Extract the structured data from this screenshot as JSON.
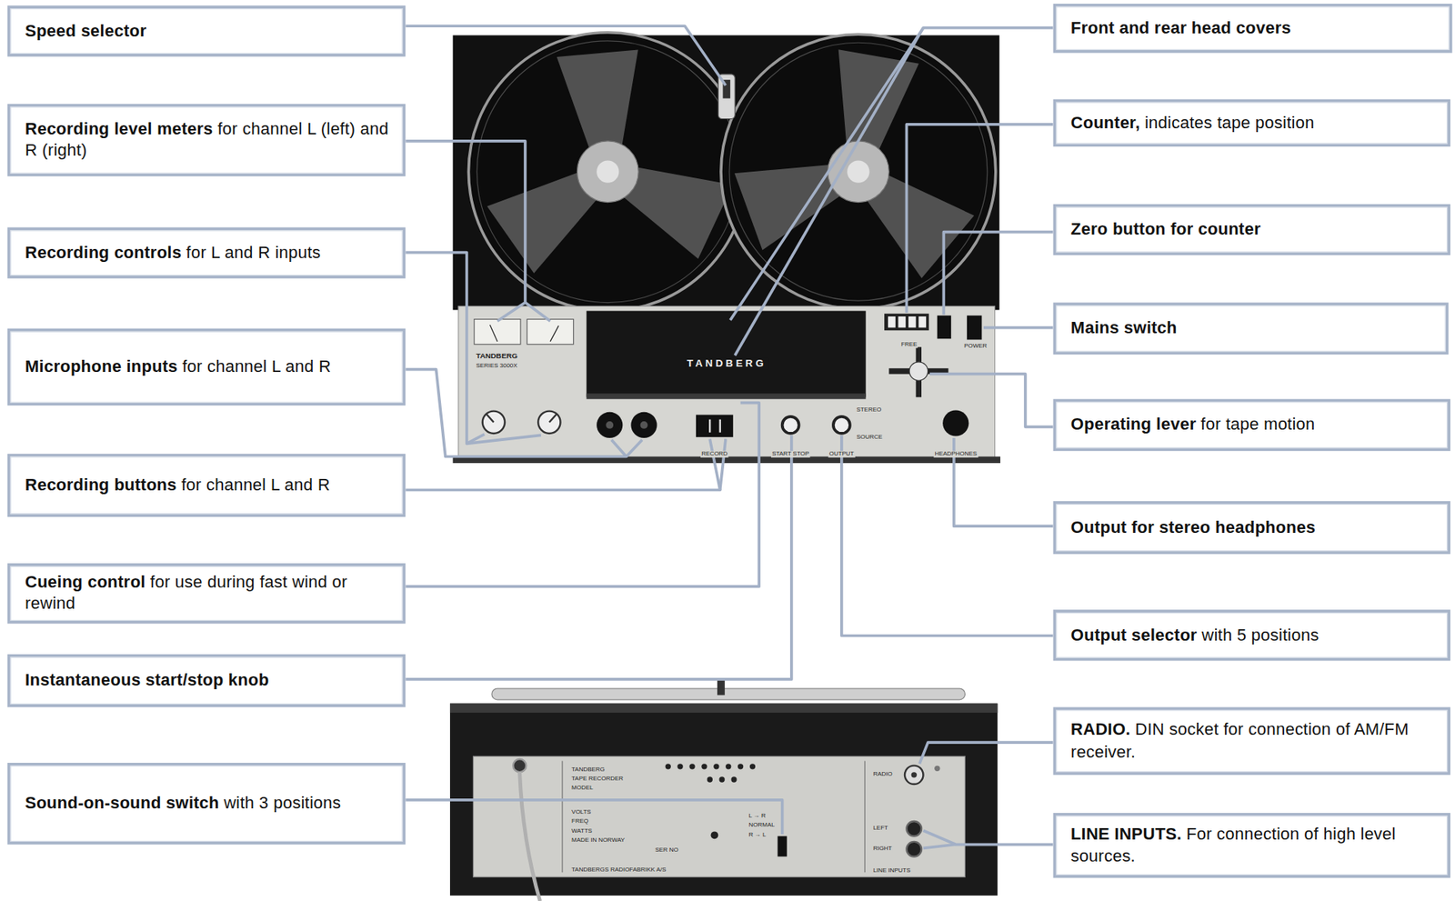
{
  "diagram": {
    "nodes": [
      {
        "text": [
          "Speed selector"
        ]
      },
      {
        "text": [
          "Recording level meters",
          "for channel L (left) and R (right)"
        ]
      },
      {
        "text": [
          "Recording controls",
          "for L and R inputs"
        ]
      },
      {
        "text": [
          "Microphone inputs",
          "for channel L and R"
        ]
      },
      {
        "text": [
          "Recording buttons",
          "for channel L and R"
        ]
      },
      {
        "text": [
          "Cueing control",
          "for use during fast wind or rewind"
        ]
      },
      {
        "text": [
          "Instantaneous start/stop knob"
        ]
      },
      {
        "text": [
          "Sound-on-sound switch",
          "with 3 positions"
        ]
      },
      {
        "text": [
          "Front and rear head covers"
        ]
      },
      {
        "text": [
          "Counter,",
          "indicates tape position"
        ]
      },
      {
        "text": [
          "Zero button for counter"
        ]
      },
      {
        "text": [
          "Mains switch"
        ]
      },
      {
        "text": [
          "Operating lever",
          "for tape motion"
        ]
      },
      {
        "text": [
          "Output for stereo headphones"
        ]
      },
      {
        "text": [
          "Output selector",
          "with 5 positions"
        ]
      },
      {
        "text": [
          "RADIO.",
          "DIN socket for connection of AM/FM receiver."
        ]
      },
      {
        "text": [
          "LINE INPUTS.",
          "For connection of high level sources."
        ]
      }
    ],
    "labels": [
      "TANDBERG",
      "TANDBERG",
      "SERIES 3000X",
      "FREE",
      "POWER",
      "RECORD",
      "START STOP",
      "OUTPUT",
      "STEREO",
      "SOURCE",
      "HEADPHONES",
      "TANDBERG",
      "TAPE RECORDER",
      "MODEL",
      "VOLTS",
      "FREQ",
      "WATTS",
      "MADE IN NORWAY",
      "SER NO",
      "L → R",
      "NORMAL",
      "R → L",
      "RADIO",
      "LEFT",
      "RIGHT",
      "LINE INPUTS",
      "TANDBERGS RADIOFABRIKK A/S"
    ]
  }
}
